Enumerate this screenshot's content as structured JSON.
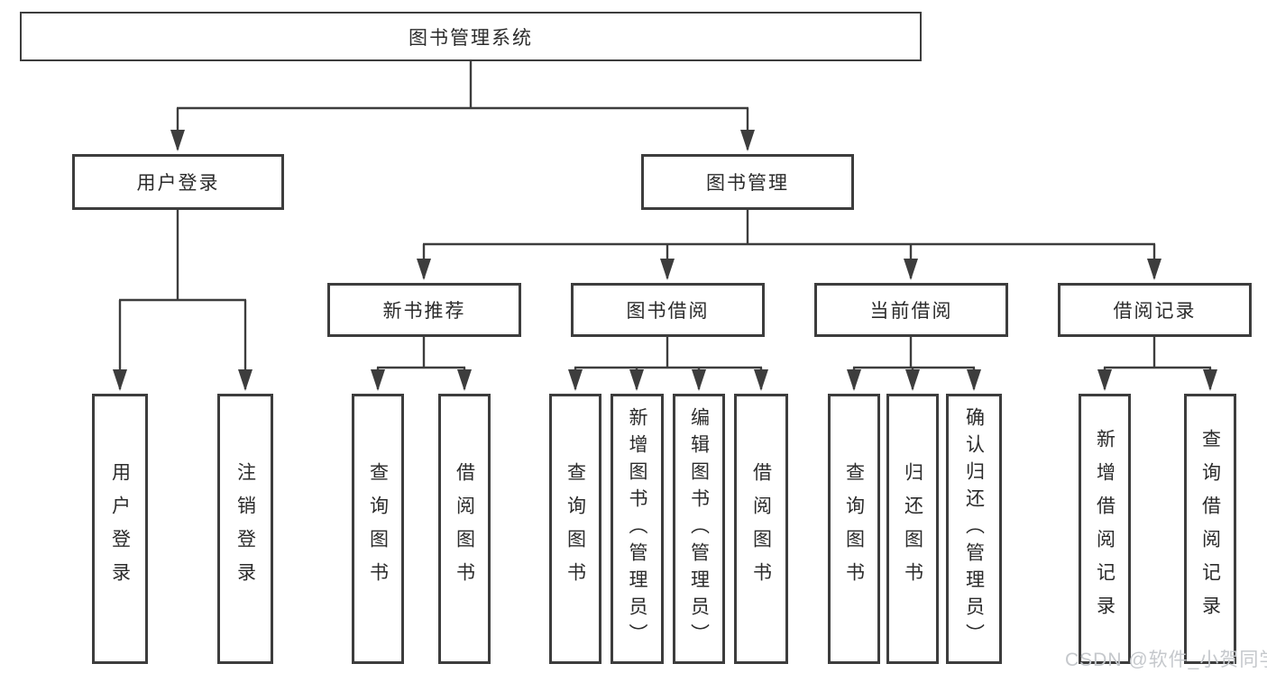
{
  "diagram_title": "图书管理系统",
  "root": {
    "label": "图书管理系统"
  },
  "branches": [
    {
      "label": "用户登录",
      "children": [
        {
          "label": "用户登录"
        },
        {
          "label": "注销登录"
        }
      ]
    },
    {
      "label": "图书管理",
      "children": [
        {
          "label": "新书推荐",
          "children": [
            {
              "label": "查询图书"
            },
            {
              "label": "借阅图书"
            }
          ]
        },
        {
          "label": "图书借阅",
          "children": [
            {
              "label": "查询图书"
            },
            {
              "label": "新增图书（管理员）"
            },
            {
              "label": "编辑图书（管理员）"
            },
            {
              "label": "借阅图书"
            }
          ]
        },
        {
          "label": "当前借阅",
          "children": [
            {
              "label": "查询图书"
            },
            {
              "label": "归还图书"
            },
            {
              "label": "确认归还（管理员）"
            }
          ]
        },
        {
          "label": "借阅记录",
          "children": [
            {
              "label": "新增借阅记录"
            },
            {
              "label": "查询借阅记录"
            }
          ]
        }
      ]
    }
  ],
  "watermark": {
    "text": "CSDN @软件_小贺同学"
  },
  "colors": {
    "line": "#3d3d3d",
    "box_border": "#3d3d3d",
    "text": "#2b2b2b",
    "watermark": "#c5c8cc",
    "background": "#ffffff"
  }
}
